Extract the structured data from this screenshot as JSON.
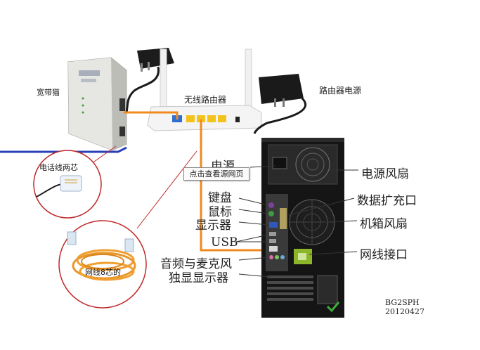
{
  "labels": {
    "modem": "宽带猫",
    "router": "无线路由器",
    "router_power": "路由器电源",
    "phone_line": "电话线两芯",
    "network_cable": "网线8芯的",
    "power": "电源",
    "view_source": "点击查看源网页",
    "keyboard": "键盘",
    "mouse": "鼠标",
    "monitor": "显示器",
    "usb": "USB",
    "audio_mic": "音频与麦克风",
    "discrete_display": "独显显示器",
    "psu_fan": "电源风扇",
    "expansion_port": "数据扩充口",
    "case_fan": "机箱风扇",
    "lan_port": "网线接口"
  },
  "watermark": {
    "line1": "BG2SPH",
    "line2": "20120427"
  },
  "colors": {
    "cable_orange": "#f08a1e",
    "phone_line_blue": "#2a3fb8",
    "callout_red": "#c0282a",
    "case_black": "#151515",
    "router_white": "#f4f4f4",
    "port_yellow": "#f3c21b",
    "port_blue": "#2f6fd0"
  }
}
